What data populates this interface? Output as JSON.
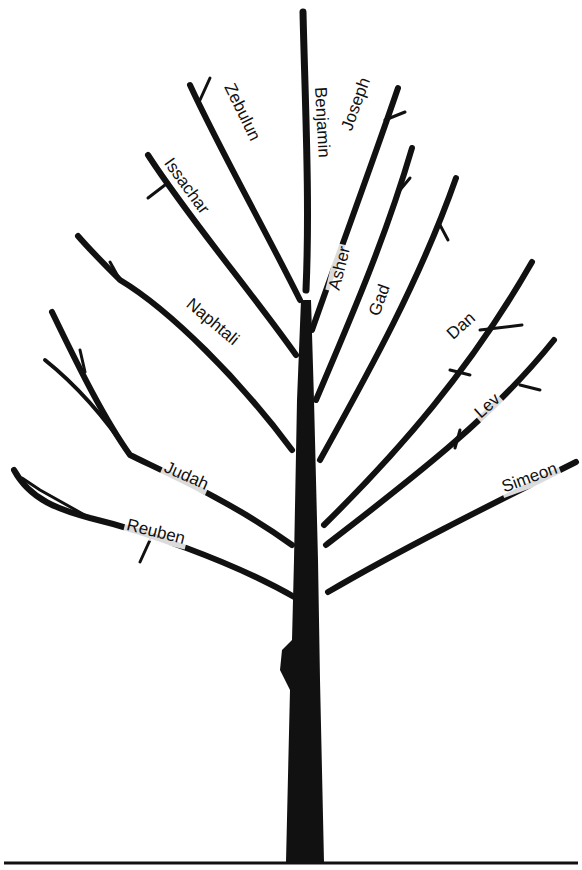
{
  "diagram": {
    "labels": [
      "Zebulun",
      "Benjamin",
      "Joseph",
      "Issachar",
      "Asher",
      "Gad",
      "Dan",
      "Naphtali",
      "Lev",
      "Judah",
      "Simeon",
      "Reuben"
    ]
  }
}
